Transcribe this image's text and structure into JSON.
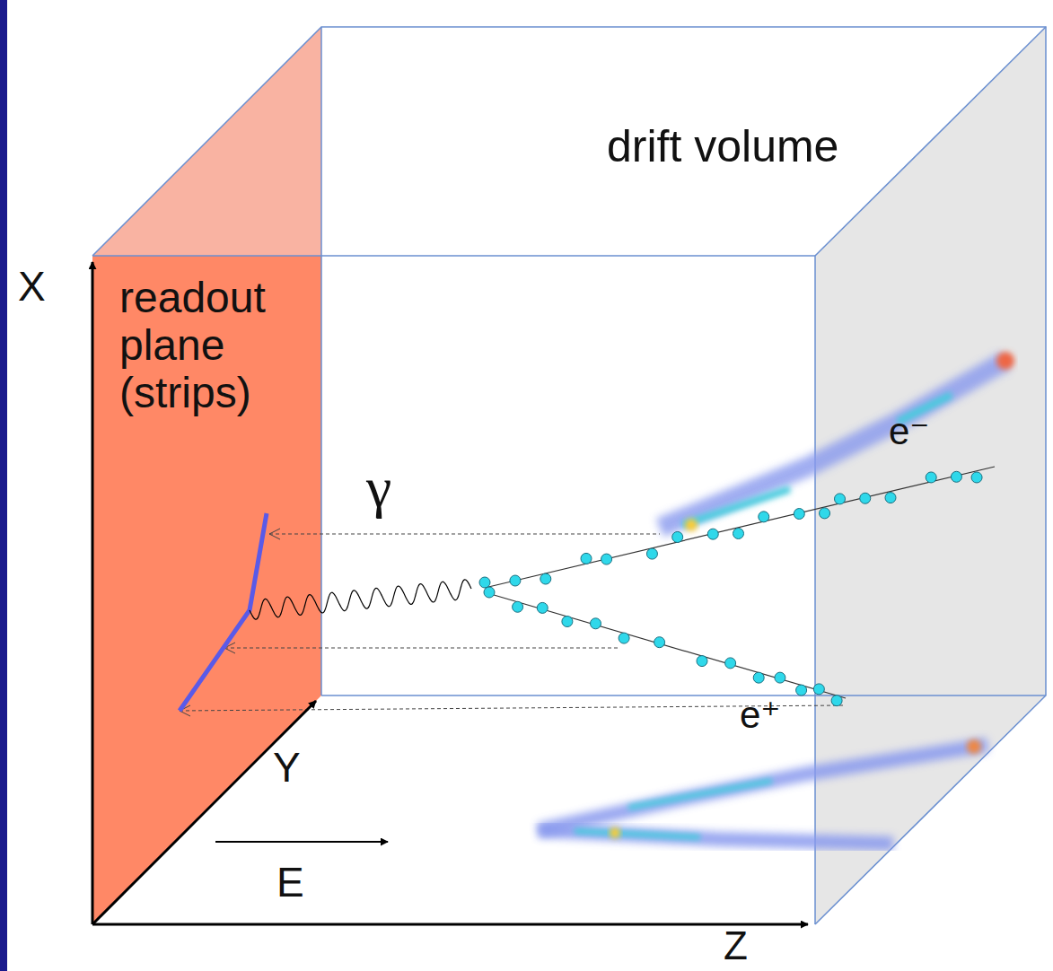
{
  "diagram": {
    "labels": [
      "drift volume",
      "X",
      "readout plane (strips)",
      "γ",
      "e⁻",
      "e⁺",
      "Y",
      "E",
      "Z"
    ]
  }
}
